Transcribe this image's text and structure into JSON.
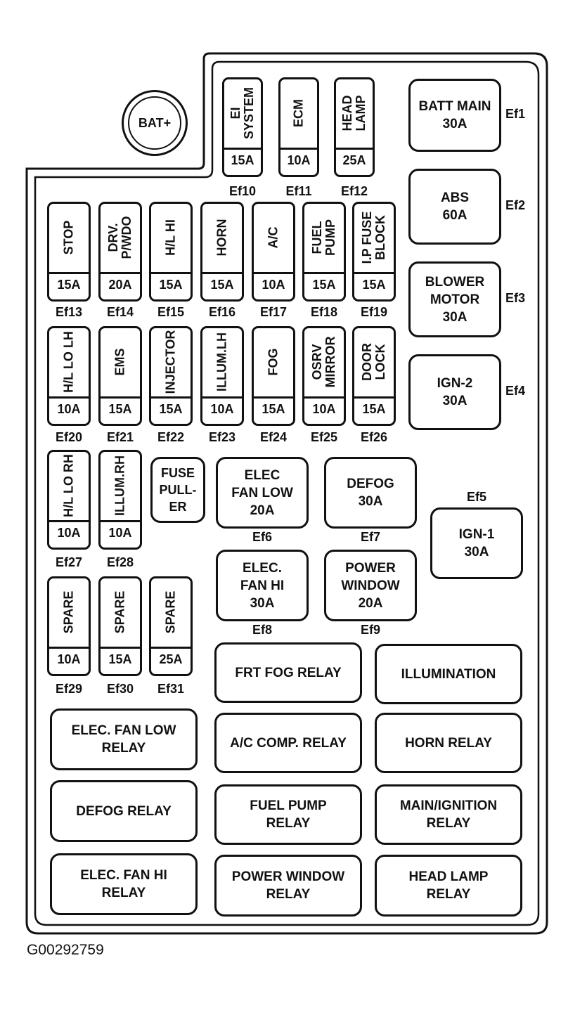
{
  "battery_terminal": "BAT+",
  "figure_code": "G00292759",
  "top_fuses": [
    {
      "text": "EI\nSYSTEM",
      "amp": "15A",
      "id": "Ef10"
    },
    {
      "text": "ECM",
      "amp": "10A",
      "id": "Ef11"
    },
    {
      "text": "HEAD\nLAMP",
      "amp": "25A",
      "id": "Ef12"
    }
  ],
  "row1_fuses": [
    {
      "text": "STOP",
      "amp": "15A",
      "id": "Ef13"
    },
    {
      "text": "DRV.\nP/WDO",
      "amp": "20A",
      "id": "Ef14"
    },
    {
      "text": "H/L HI",
      "amp": "15A",
      "id": "Ef15"
    },
    {
      "text": "HORN",
      "amp": "15A",
      "id": "Ef16"
    },
    {
      "text": "A/C",
      "amp": "10A",
      "id": "Ef17"
    },
    {
      "text": "FUEL\nPUMP",
      "amp": "15A",
      "id": "Ef18"
    },
    {
      "text": "I.P FUSE\nBLOCK",
      "amp": "15A",
      "id": "Ef19"
    }
  ],
  "row2_fuses": [
    {
      "text": "H/L LO LH",
      "amp": "10A",
      "id": "Ef20"
    },
    {
      "text": "EMS",
      "amp": "15A",
      "id": "Ef21"
    },
    {
      "text": "INJECTOR",
      "amp": "15A",
      "id": "Ef22"
    },
    {
      "text": "ILLUM.LH",
      "amp": "10A",
      "id": "Ef23"
    },
    {
      "text": "FOG",
      "amp": "15A",
      "id": "Ef24"
    },
    {
      "text": "OSRV\nMIRROR",
      "amp": "10A",
      "id": "Ef25"
    },
    {
      "text": "DOOR\nLOCK",
      "amp": "15A",
      "id": "Ef26"
    }
  ],
  "row3_fuses": [
    {
      "text": "H/L LO RH",
      "amp": "10A",
      "id": "Ef27"
    },
    {
      "text": "ILLUM.RH",
      "amp": "10A",
      "id": "Ef28"
    }
  ],
  "row4_fuses": [
    {
      "text": "SPARE",
      "amp": "10A",
      "id": "Ef29"
    },
    {
      "text": "SPARE",
      "amp": "15A",
      "id": "Ef30"
    },
    {
      "text": "SPARE",
      "amp": "25A",
      "id": "Ef31"
    }
  ],
  "fuse_puller": "FUSE\nPULL-\nER",
  "right_fuses": [
    {
      "text": "BATT MAIN\n30A",
      "id": "Ef1"
    },
    {
      "text": "ABS\n60A",
      "id": "Ef2"
    },
    {
      "text": "BLOWER\nMOTOR\n30A",
      "id": "Ef3"
    },
    {
      "text": "IGN-2\n30A",
      "id": "Ef4"
    }
  ],
  "ign1": {
    "text": "IGN-1\n30A",
    "id": "Ef5"
  },
  "mid_fuses": [
    {
      "text": "ELEC\nFAN LOW\n20A",
      "id": "Ef6"
    },
    {
      "text": "DEFOG\n30A",
      "id": "Ef7"
    },
    {
      "text": "ELEC.\nFAN HI\n30A",
      "id": "Ef8"
    },
    {
      "text": "POWER\nWINDOW\n20A",
      "id": "Ef9"
    }
  ],
  "relays": [
    "FRT FOG RELAY",
    "ILLUMINATION",
    "ELEC. FAN LOW\nRELAY",
    "A/C COMP. RELAY",
    "HORN RELAY",
    "DEFOG RELAY",
    "FUEL PUMP\nRELAY",
    "MAIN/IGNITION\nRELAY",
    "ELEC. FAN HI\nRELAY",
    "POWER WINDOW\nRELAY",
    "HEAD LAMP\nRELAY"
  ]
}
